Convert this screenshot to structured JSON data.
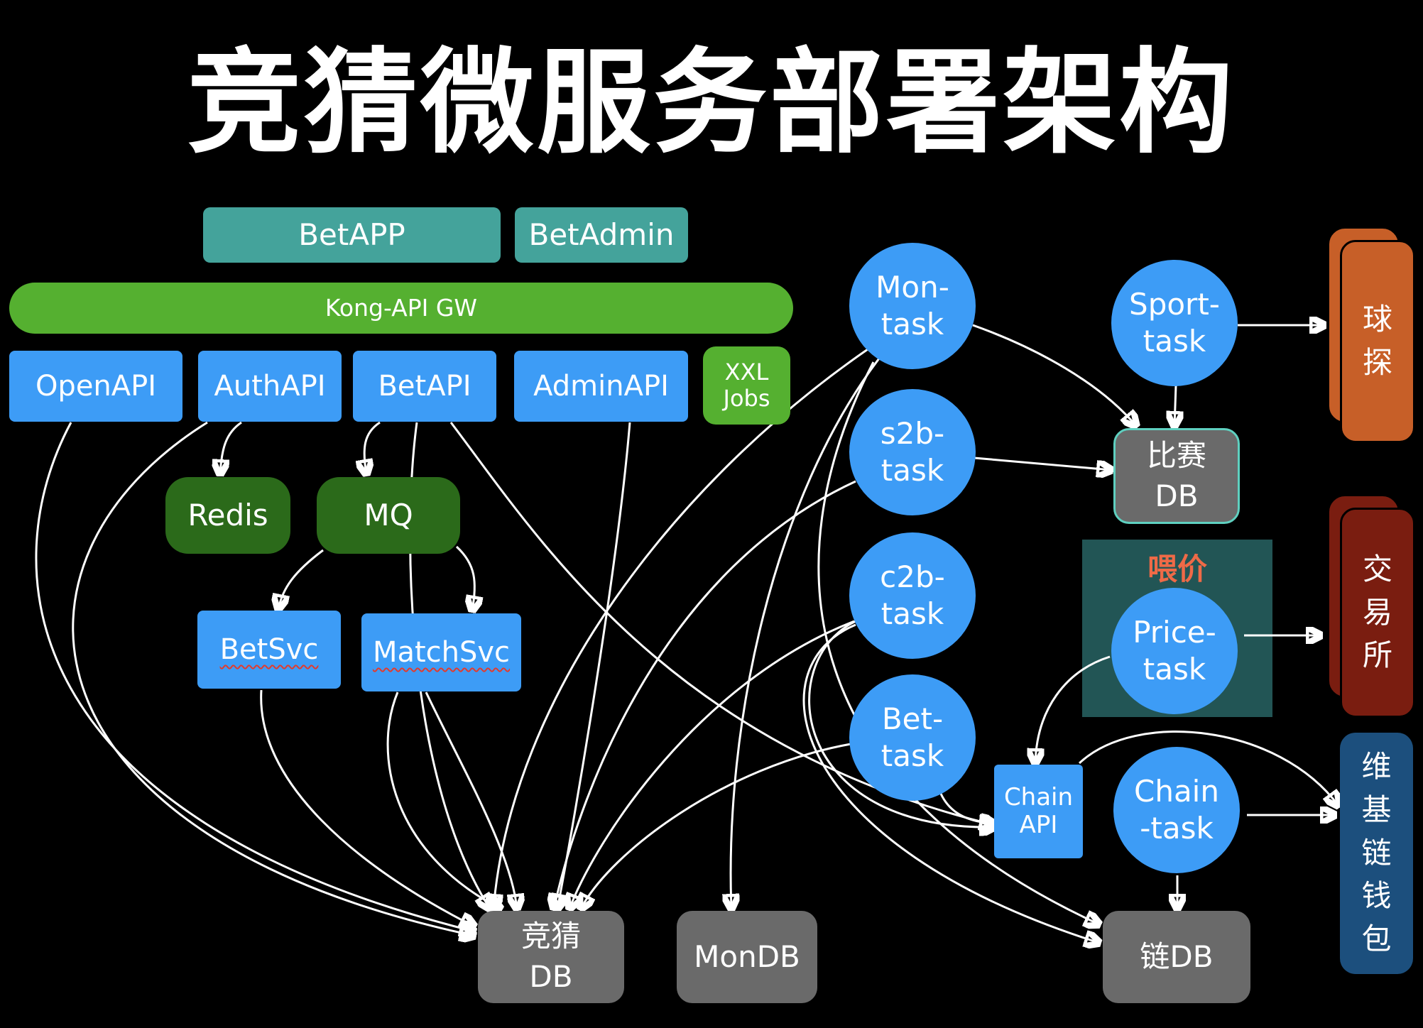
{
  "title": "竞猜微服务部署架构",
  "clients": {
    "betapp": "BetAPP",
    "betadmin": "BetAdmin"
  },
  "gateway": "Kong-API GW",
  "apis": {
    "openapi": "OpenAPI",
    "authapi": "AuthAPI",
    "betapi": "BetAPI",
    "adminapi": "AdminAPI",
    "xxl_jobs": [
      "XXL",
      "Jobs"
    ]
  },
  "middleware": {
    "redis": "Redis",
    "mq": "MQ"
  },
  "services": {
    "betsvc": "BetSvc",
    "matchsvc": "MatchSvc"
  },
  "tasks": {
    "mon": [
      "Mon-",
      "task"
    ],
    "s2b": [
      "s2b-",
      "task"
    ],
    "c2b": [
      "c2b-",
      "task"
    ],
    "bet": [
      "Bet-",
      "task"
    ],
    "sport": [
      "Sport-",
      "task"
    ],
    "price": [
      "Price-",
      "task"
    ],
    "chain": [
      "Chain",
      "-task"
    ]
  },
  "chain_api": [
    "Chain",
    "API"
  ],
  "price_feed_label": "喂价",
  "databases": {
    "bet_db": [
      "竞猜",
      "DB"
    ],
    "mon_db": "MonDB",
    "match_db": [
      "比赛",
      "DB"
    ],
    "chain_db": "链DB"
  },
  "external": {
    "ball_scout": [
      "球",
      "探"
    ],
    "exchange": [
      "交",
      "易",
      "所"
    ],
    "wiki_wallet": [
      "维",
      "基",
      "链",
      "钱",
      "包"
    ]
  },
  "colors": {
    "client": "#44a39b",
    "gateway": "#55b030",
    "api": "#3d9cf6",
    "middleware": "#2b6a1a",
    "db": "#6a6a6a",
    "price_panel": "#225555",
    "price_label": "#ef6a47",
    "ball_scout": "#c75f28",
    "exchange": "#7a1d10",
    "wallet": "#1c4f7d"
  }
}
